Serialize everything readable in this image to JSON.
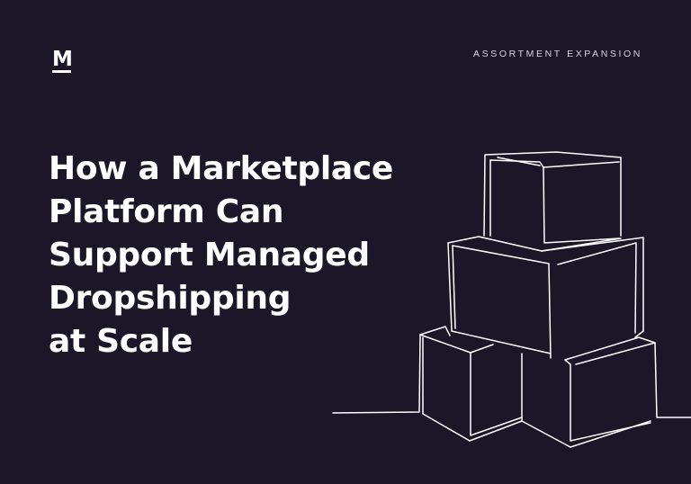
{
  "logo": {
    "letter": "M"
  },
  "category_tag": "ASSORTMENT EXPANSION",
  "headline": {
    "lines": [
      "How a Marketplace",
      "Platform Can",
      "Support Managed",
      "Dropshipping",
      "at Scale"
    ]
  },
  "illustration": {
    "name": "stacked-boxes-line-art",
    "stroke_color": "#ffffff"
  },
  "colors": {
    "background": "#1b1628",
    "text": "#ffffff"
  }
}
